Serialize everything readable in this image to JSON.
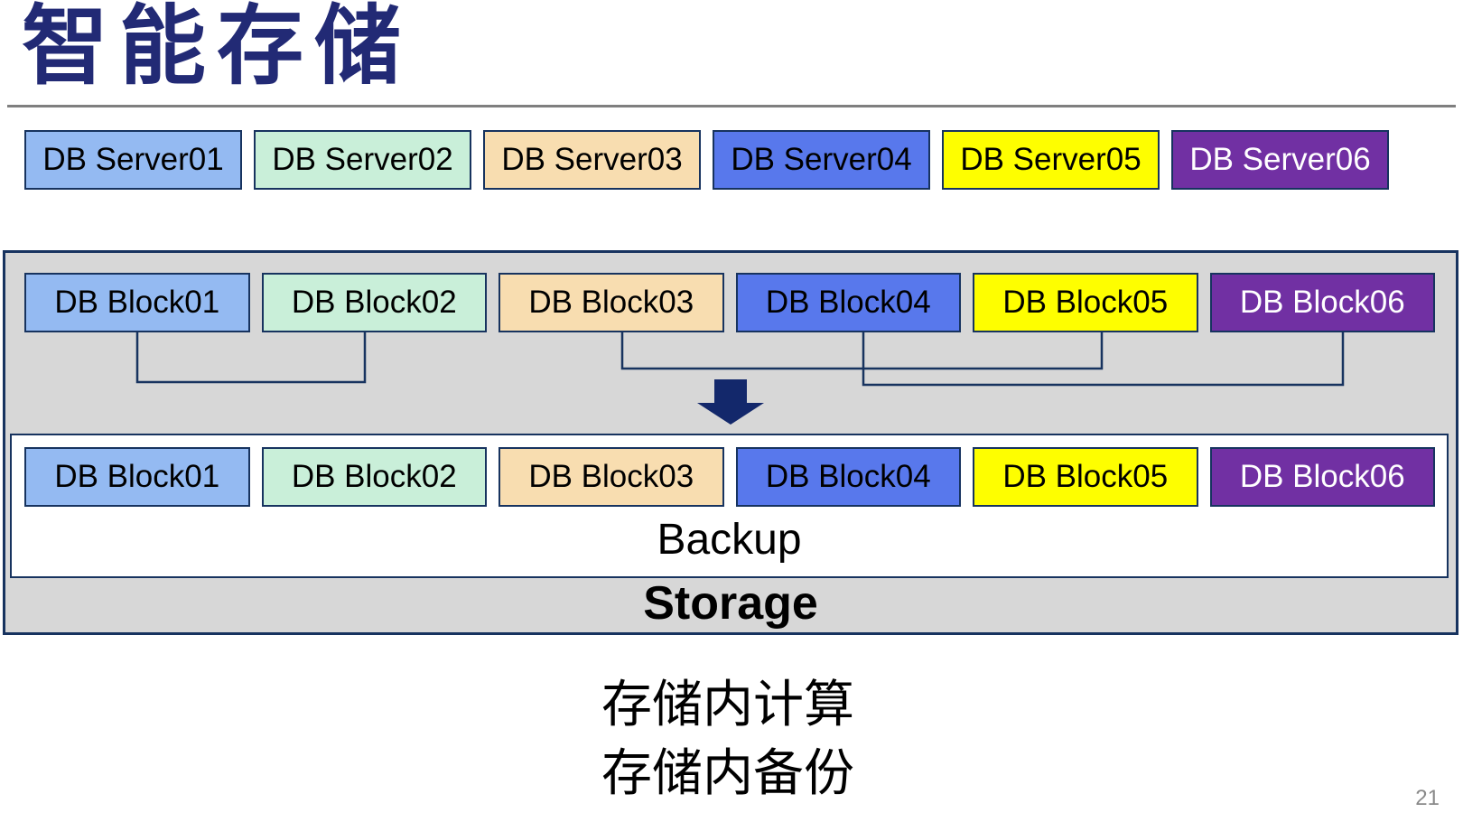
{
  "title": "智能存储",
  "backup_label": "Backup",
  "storage_label": "Storage",
  "caption_lines": [
    "存储内计算",
    "存储内备份"
  ],
  "page_number": "21",
  "colors": {
    "navy_border": "#17335f",
    "title_color": "#222a75",
    "arrow_color": "#13286b",
    "container_bg": "#d7d7d7",
    "backup_bg": "#ffffff",
    "hr_color": "#7f7f7f",
    "page_num_color": "#8a8a8a"
  },
  "server_row": [
    {
      "label": "DB Server01",
      "bg": "#94baf2",
      "fg": "#000000"
    },
    {
      "label": "DB Server02",
      "bg": "#c9efd9",
      "fg": "#000000"
    },
    {
      "label": "DB Server03",
      "bg": "#f8ddb0",
      "fg": "#000000"
    },
    {
      "label": "DB Server04",
      "bg": "#5878ec",
      "fg": "#000000"
    },
    {
      "label": "DB Server05",
      "bg": "#fefe00",
      "fg": "#000000"
    },
    {
      "label": "DB Server06",
      "bg": "#7130a3",
      "fg": "#ffffff"
    }
  ],
  "block_row_top": [
    {
      "label": "DB Block01",
      "bg": "#94baf2",
      "fg": "#000000"
    },
    {
      "label": "DB Block02",
      "bg": "#c9efd9",
      "fg": "#000000"
    },
    {
      "label": "DB Block03",
      "bg": "#f8ddb0",
      "fg": "#000000"
    },
    {
      "label": "DB Block04",
      "bg": "#5878ec",
      "fg": "#000000"
    },
    {
      "label": "DB Block05",
      "bg": "#fefe00",
      "fg": "#000000"
    },
    {
      "label": "DB Block06",
      "bg": "#7130a3",
      "fg": "#ffffff"
    }
  ],
  "block_row_bottom": [
    {
      "label": "DB Block01",
      "bg": "#94baf2",
      "fg": "#000000"
    },
    {
      "label": "DB Block02",
      "bg": "#c9efd9",
      "fg": "#000000"
    },
    {
      "label": "DB Block03",
      "bg": "#f8ddb0",
      "fg": "#000000"
    },
    {
      "label": "DB Block04",
      "bg": "#5878ec",
      "fg": "#000000"
    },
    {
      "label": "DB Block05",
      "bg": "#fefe00",
      "fg": "#000000"
    },
    {
      "label": "DB Block06",
      "bg": "#7130a3",
      "fg": "#ffffff"
    }
  ]
}
